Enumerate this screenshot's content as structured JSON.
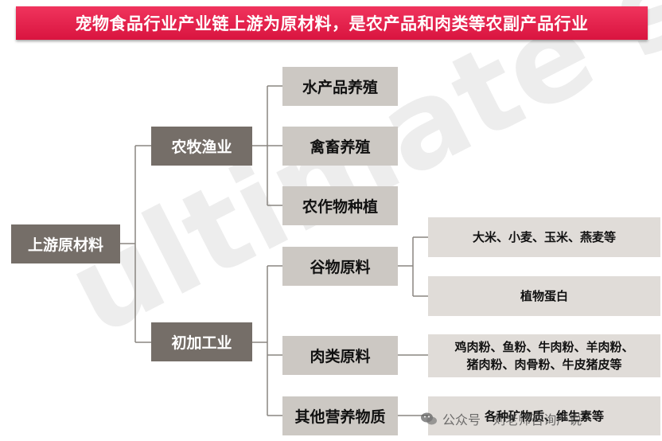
{
  "title": "宠物食品行业产业链上游为原材料，是农产品和肉类等农副产品行业",
  "root": "上游原材料",
  "branches": [
    {
      "label": "农牧渔业",
      "children": [
        "水产品养殖",
        "禽畜养殖",
        "农作物种植"
      ]
    },
    {
      "label": "初加工业",
      "children": [
        "谷物原料",
        "肉类原料",
        "其他营养物质"
      ]
    }
  ],
  "leaves": {
    "grain_1": "大米、小麦、玉米、燕麦等",
    "grain_2": "植物蛋白",
    "meat_line1": "鸡肉粉、鱼粉、牛肉粉、羊肉粉、",
    "meat_line2": "猪肉粉、肉骨粉、牛皮猪皮等",
    "other": "各种矿物质、维生素等"
  },
  "watermark": "ultimate s",
  "wechat_label": "公众号 · 刘老师咨询产说",
  "colors": {
    "banner": "#e3204a",
    "dark": "#756e68",
    "light": "#ccc8c3",
    "leaf": "#e0dcd8",
    "line": "#8a8580"
  }
}
